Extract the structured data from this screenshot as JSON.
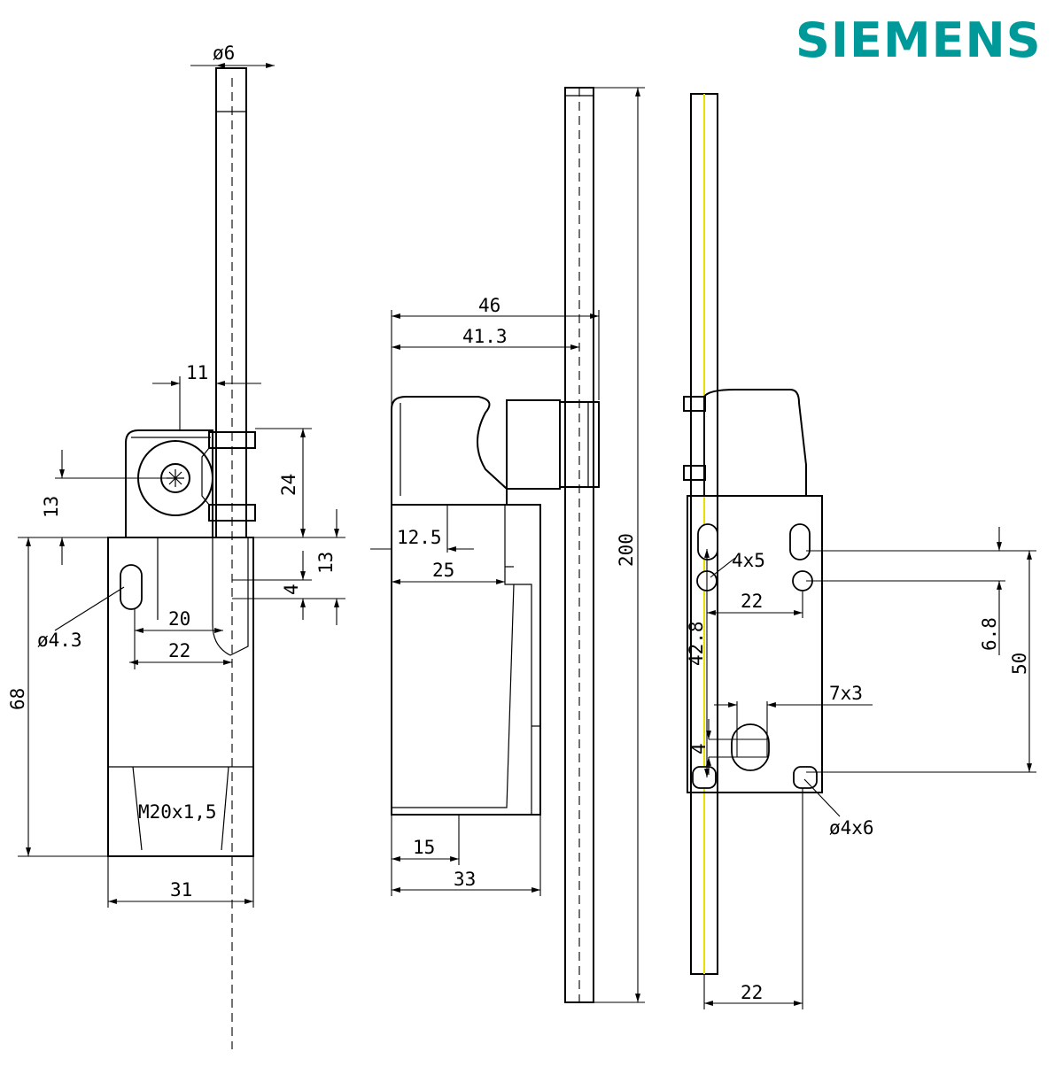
{
  "brand": {
    "name": "SIEMENS",
    "color": "#009999"
  },
  "dimensions": {
    "rod_diameter": "ø6",
    "front_11": "11",
    "front_24": "24",
    "front_13_left": "13",
    "front_13_right": "13",
    "front_4": "4",
    "front_20": "20",
    "front_22": "22",
    "front_68": "68",
    "front_31": "31",
    "front_hole": "ø4.3",
    "front_thread": "M20x1,5",
    "side_46": "46",
    "side_41_3": "41.3",
    "side_12_5": "12.5",
    "side_25": "25",
    "side_200": "200",
    "side_15": "15",
    "side_33": "33",
    "rear_4x5": "4x5",
    "rear_22_top": "22",
    "rear_42_8": "42.8",
    "rear_6_8": "6.8",
    "rear_50": "50",
    "rear_7x3": "7x3",
    "rear_4": "4",
    "rear_hole": "ø4x6",
    "rear_22_bottom": "22"
  }
}
